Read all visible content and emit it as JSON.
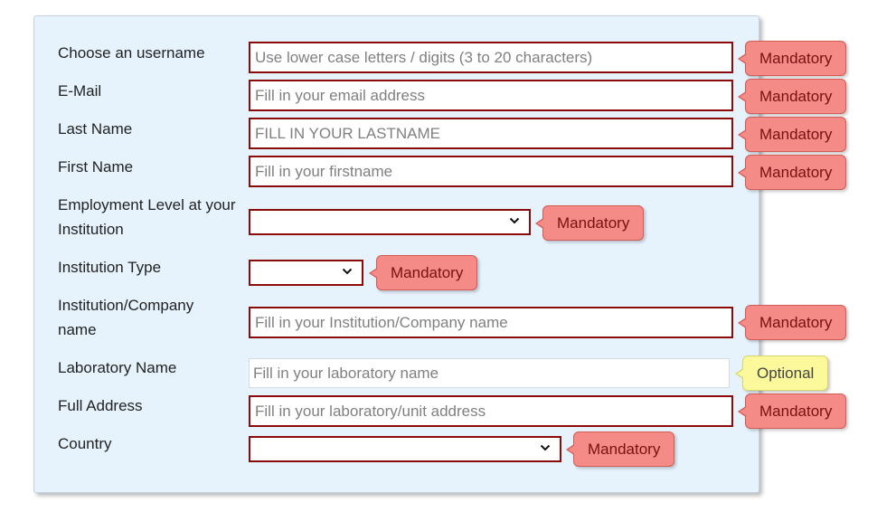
{
  "form": {
    "fields": {
      "username": {
        "label": "Choose an username",
        "placeholder": "Use lower case letters / digits (3 to 20 characters)",
        "hint": "Mandatory"
      },
      "email": {
        "label": "E-Mail",
        "placeholder": "Fill in your email address",
        "hint": "Mandatory"
      },
      "lastname": {
        "label": "Last Name",
        "placeholder": "FILL IN YOUR LASTNAME",
        "hint": "Mandatory"
      },
      "firstname": {
        "label": "First Name",
        "placeholder": "Fill in your firstname",
        "hint": "Mandatory"
      },
      "employment": {
        "label_line1": "Employment Level at your",
        "label_line2": "Institution",
        "value": "",
        "hint": "Mandatory"
      },
      "institution_type": {
        "label": "Institution Type",
        "value": "",
        "hint": "Mandatory"
      },
      "institution_name": {
        "label_line1": "Institution/Company",
        "label_line2": "name",
        "placeholder": "Fill in your Institution/Company name",
        "hint": "Mandatory"
      },
      "laboratory": {
        "label": "Laboratory Name",
        "placeholder": "Fill in your laboratory name",
        "hint": "Optional"
      },
      "address": {
        "label": "Full Address",
        "placeholder": "Fill in your laboratory/unit address",
        "hint": "Mandatory"
      },
      "country": {
        "label": "Country",
        "value": "",
        "hint": "Mandatory"
      }
    }
  },
  "colors": {
    "panel_bg": "#e6f3fd",
    "required_border": "#8b0a0a",
    "mandatory_badge": "#f58b86",
    "optional_badge": "#fbf99b"
  },
  "icons": {
    "select_arrow": "chevron-down-icon"
  }
}
